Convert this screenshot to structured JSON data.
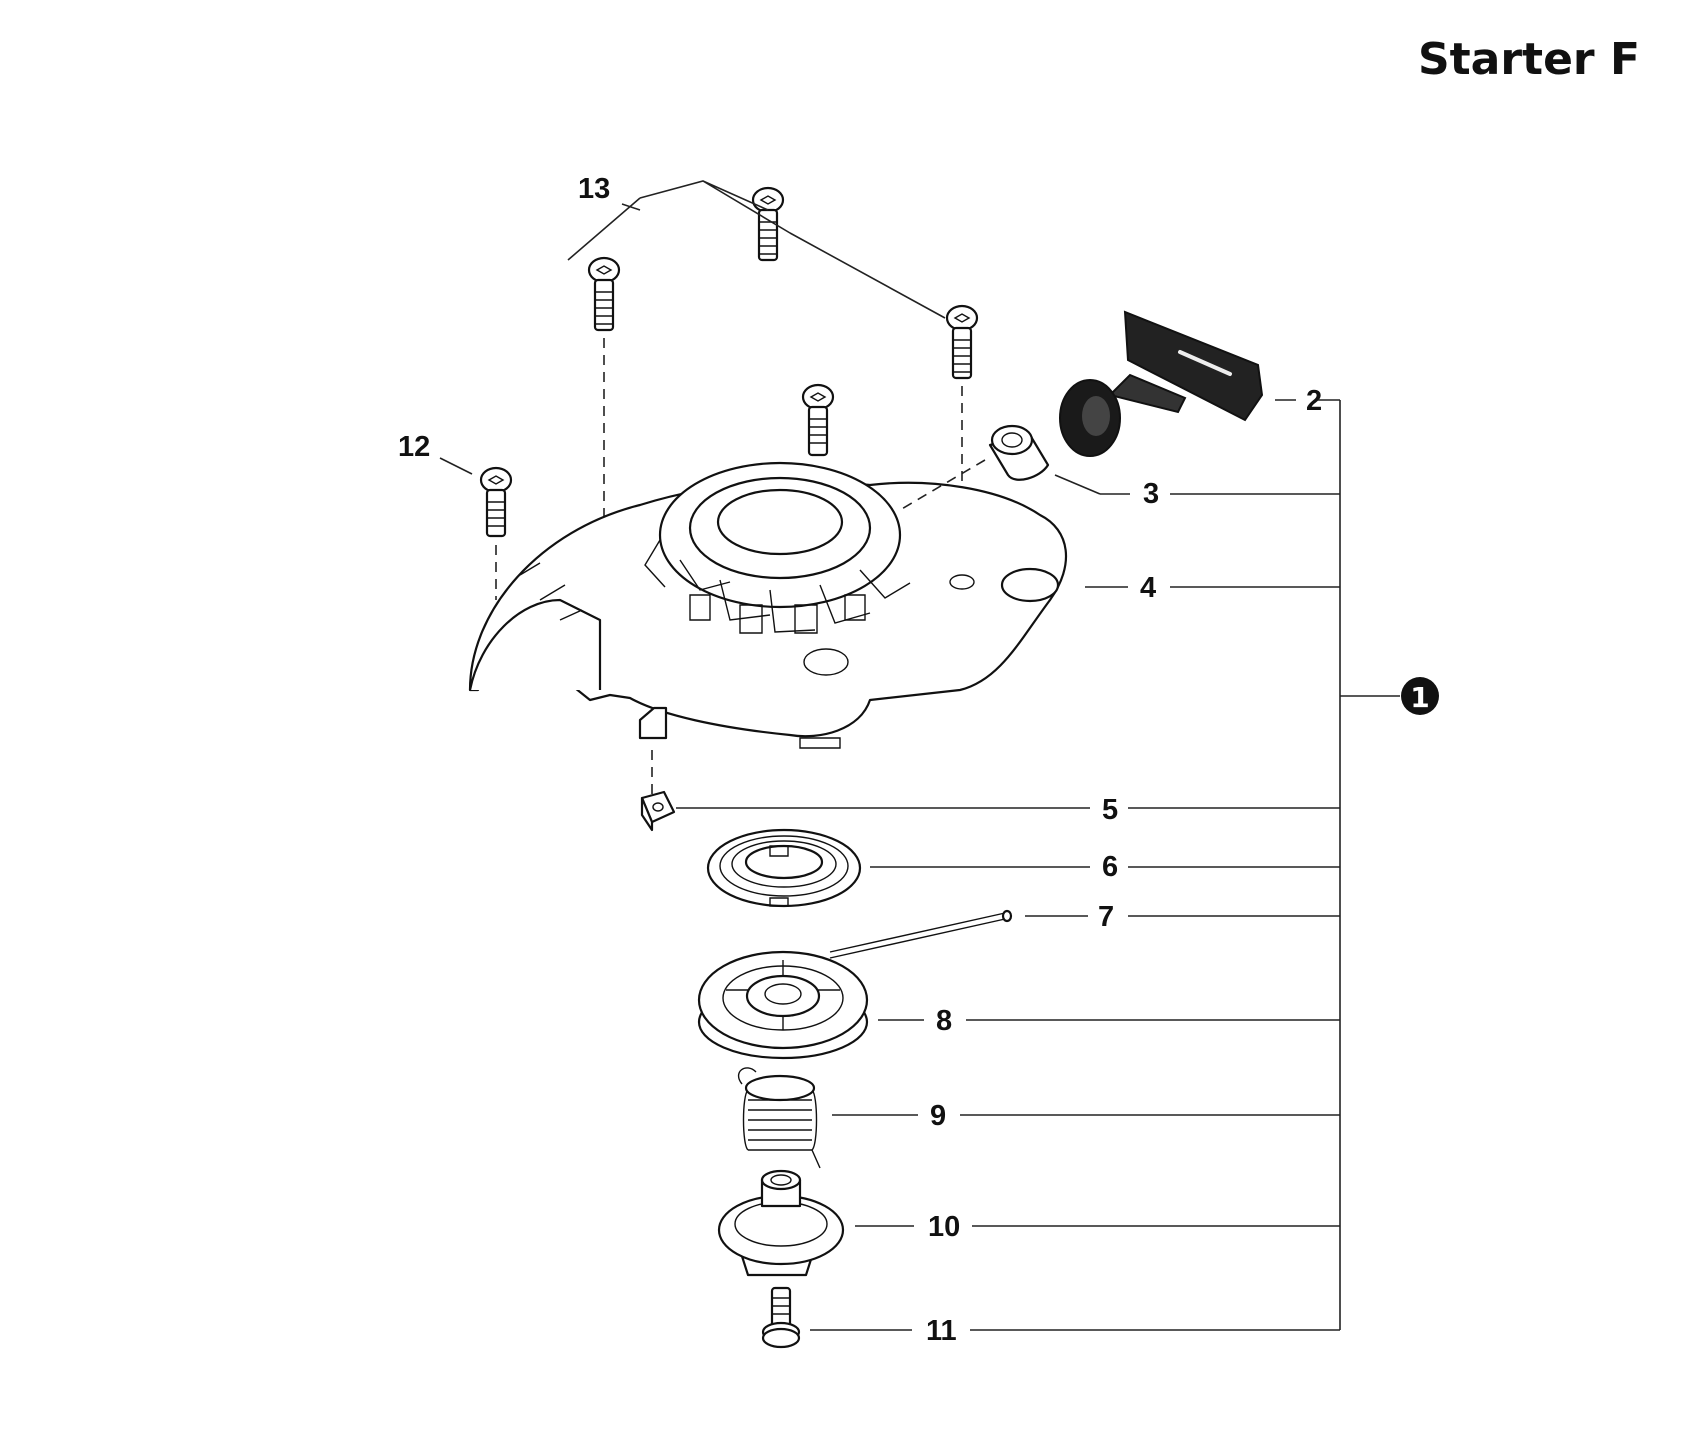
{
  "title": "Starter F",
  "assembly_callout": "1",
  "callouts": {
    "c2": "2",
    "c3": "3",
    "c4": "4",
    "c5": "5",
    "c6": "6",
    "c7": "7",
    "c8": "8",
    "c9": "9",
    "c10": "10",
    "c11": "11",
    "c12": "12",
    "c13": "13"
  }
}
